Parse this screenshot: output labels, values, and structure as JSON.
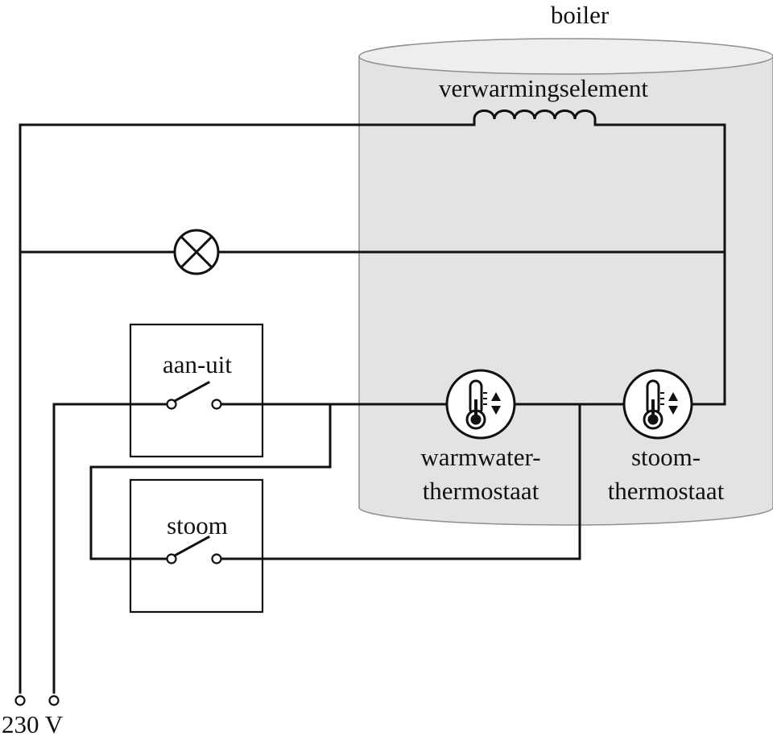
{
  "diagram": {
    "type": "circuit-schematic",
    "labels": {
      "boiler": "boiler",
      "heating_element": "verwarmingselement",
      "power_switch": "aan-uit",
      "steam_switch": "stoom",
      "hotwater_thermostat_line1": "warmwater-",
      "hotwater_thermostat_line2": "thermostaat",
      "steam_thermostat_line1": "stoom-",
      "steam_thermostat_line2": "thermostaat",
      "voltage": "230 V"
    },
    "components": [
      {
        "id": "heating_element",
        "kind": "coil",
        "label_key": "heating_element"
      },
      {
        "id": "lamp",
        "kind": "lamp"
      },
      {
        "id": "power_switch",
        "kind": "switch",
        "state": "open",
        "label_key": "power_switch"
      },
      {
        "id": "steam_switch",
        "kind": "switch",
        "state": "open",
        "label_key": "steam_switch"
      },
      {
        "id": "hotwater_thermostat",
        "kind": "thermostat",
        "icon": "thermometer-updown-icon"
      },
      {
        "id": "steam_thermostat",
        "kind": "thermostat",
        "icon": "thermometer-updown-icon"
      },
      {
        "id": "supply",
        "kind": "terminals",
        "label_key": "voltage"
      }
    ],
    "colors": {
      "line": "#111111",
      "boiler_fill": "#e3e3e3"
    }
  }
}
